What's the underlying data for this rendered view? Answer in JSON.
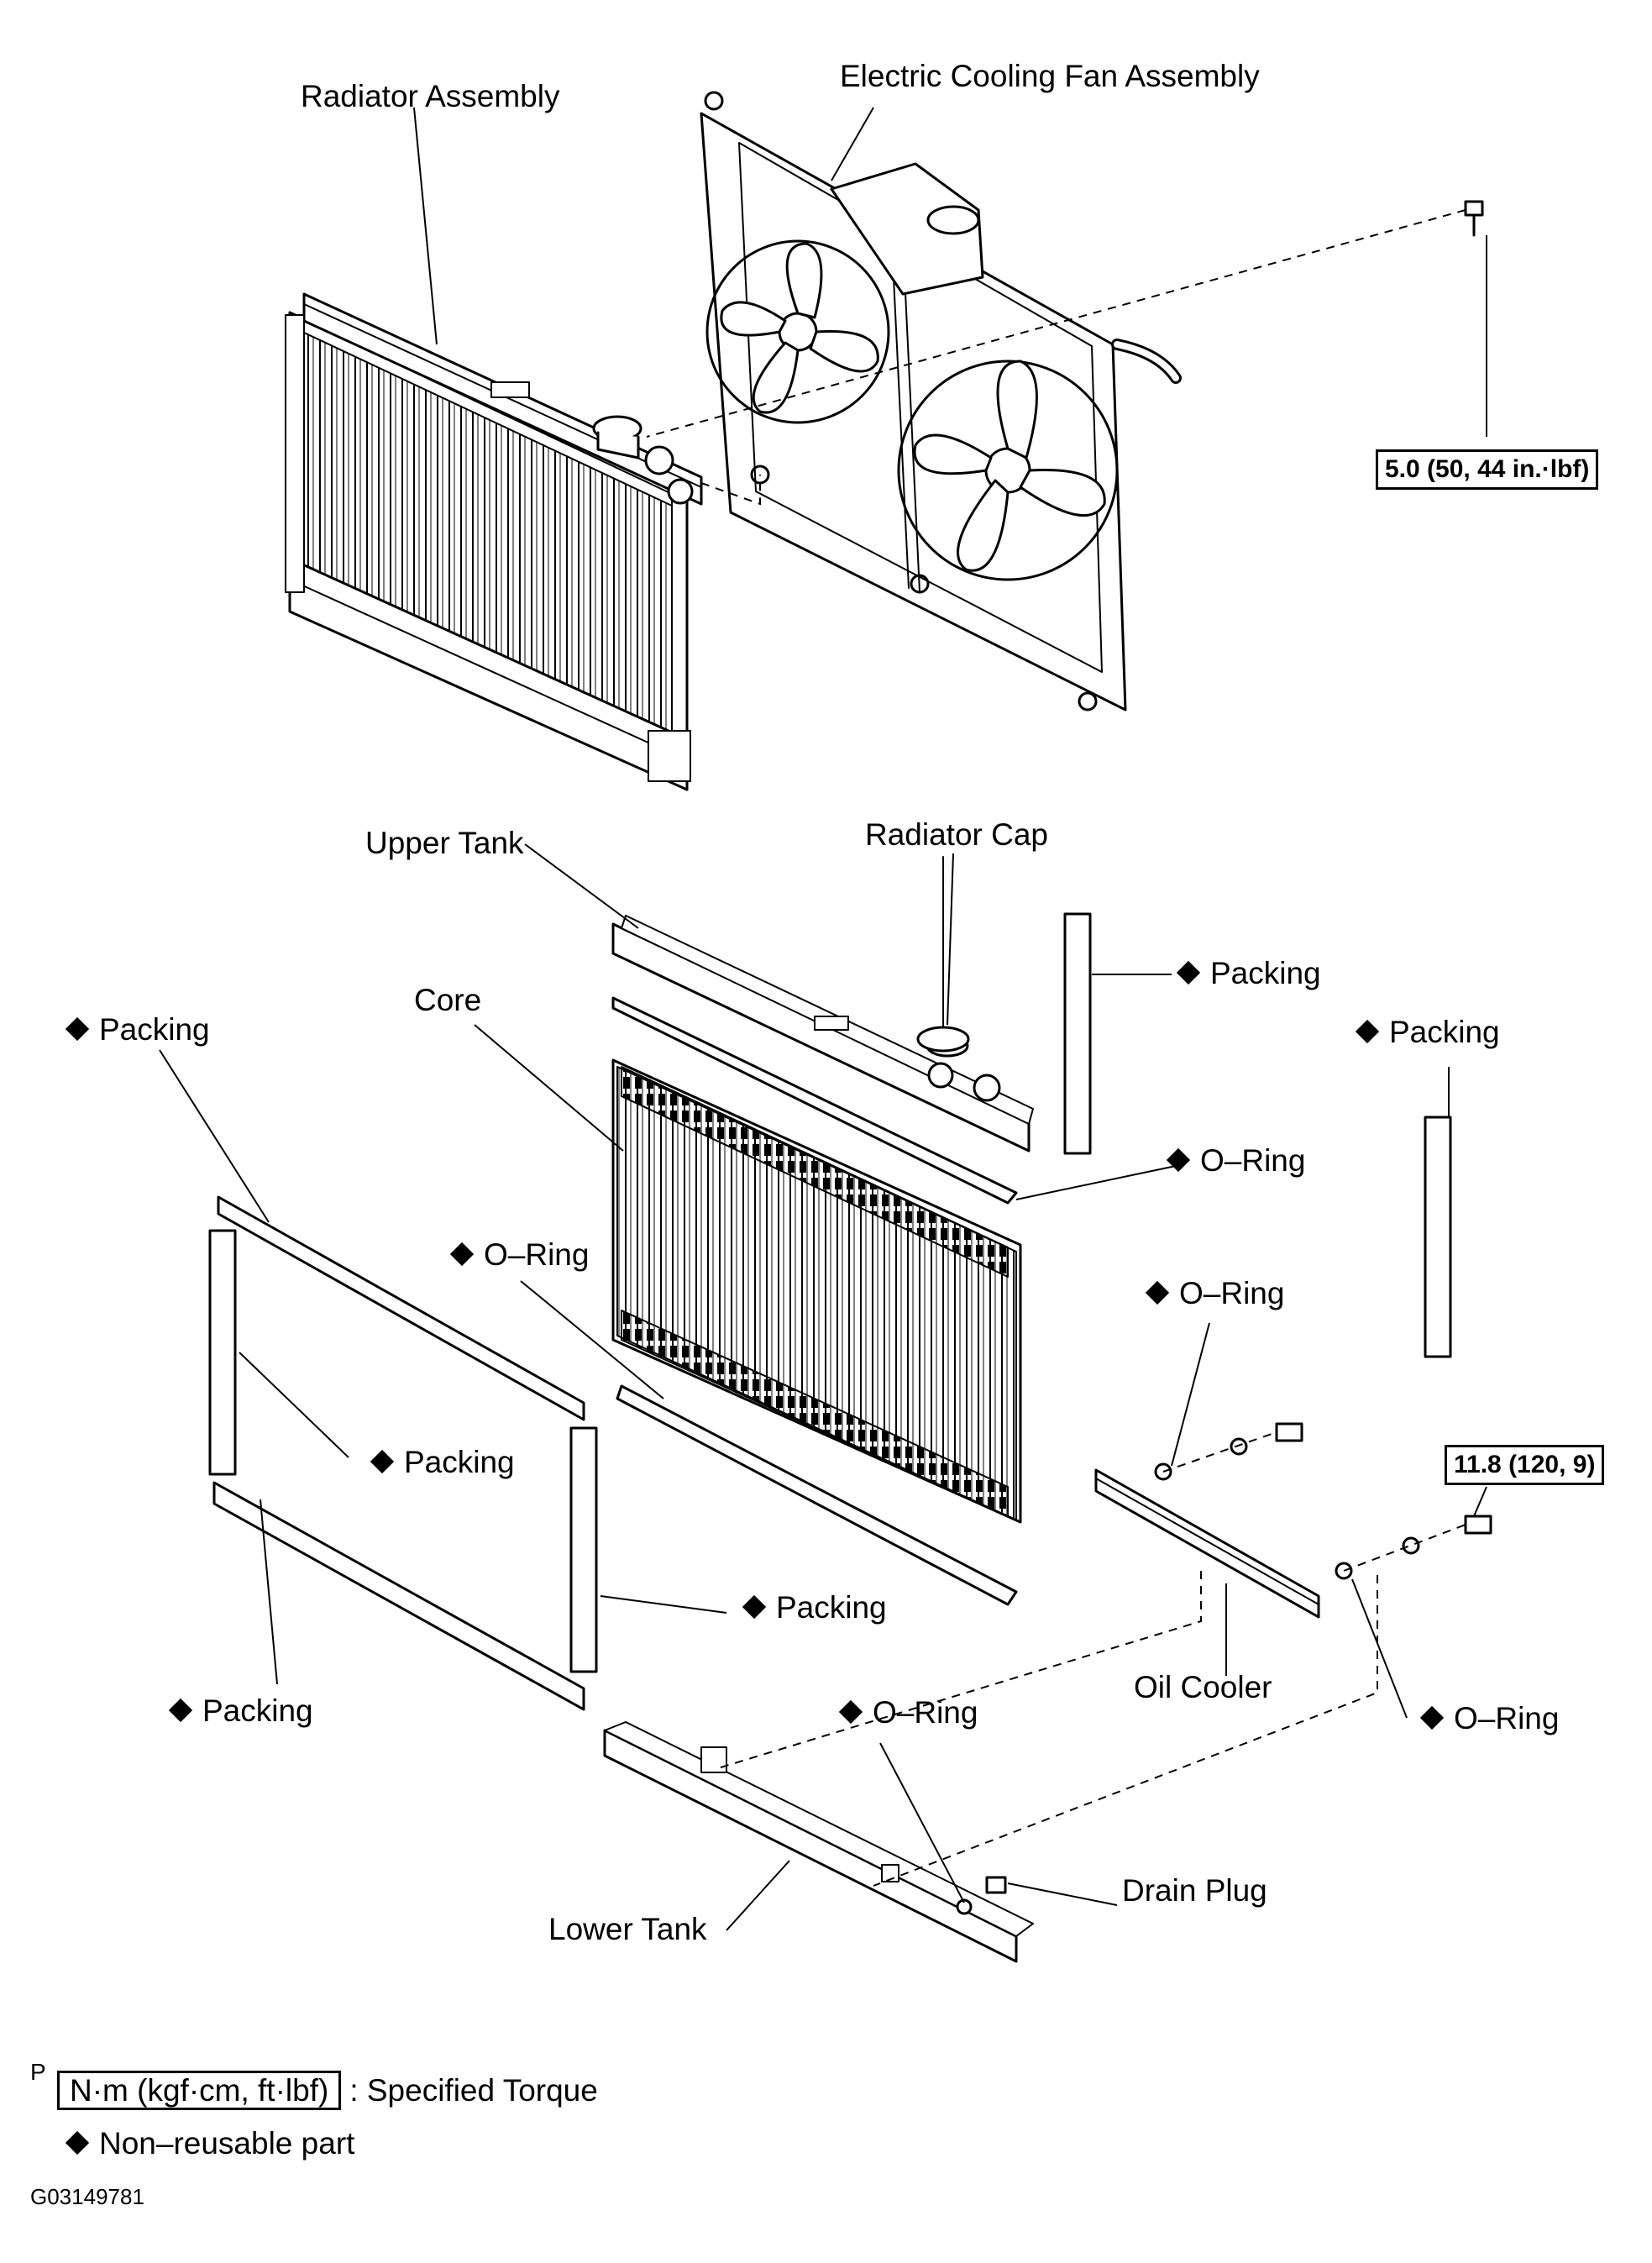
{
  "labels": {
    "radiator_assembly": "Radiator Assembly",
    "electric_cooling_fan_assembly": "Electric Cooling Fan Assembly",
    "upper_tank": "Upper Tank",
    "radiator_cap": "Radiator Cap",
    "core": "Core",
    "oil_cooler": "Oil Cooler",
    "lower_tank": "Lower Tank",
    "drain_plug": "Drain Plug",
    "packing": "Packing",
    "o_ring": "O–Ring"
  },
  "torque_specs": {
    "fan_bolt": "5.0 (50, 44 in.·lbf)",
    "oil_cooler_bolt": "11.8 (120, 9)"
  },
  "legend": {
    "marker": "P",
    "torque_units": "N·m (kgf·cm, ft·lbf)",
    "torque_caption": ": Specified Torque",
    "non_reusable": "Non–reusable part"
  },
  "figure_id": "G03149781"
}
